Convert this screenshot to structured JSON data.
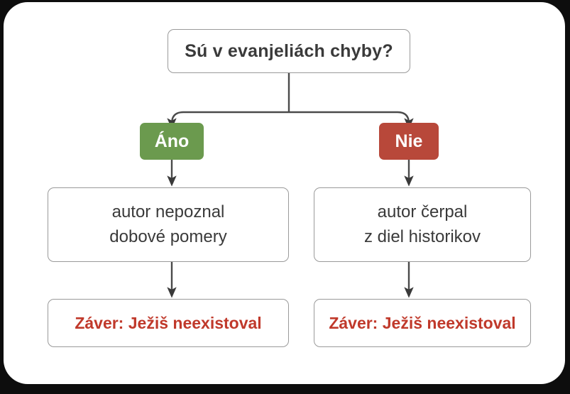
{
  "canvas": {
    "background_color": "#0d0d0d",
    "card_color": "#ffffff"
  },
  "diagram": {
    "title_node": {
      "text": "Sú v evanjeliách chyby?",
      "shape": "rounded-rectangle",
      "text_color": "#3a3a3a"
    },
    "branches": [
      {
        "id": "yes",
        "label": "Áno",
        "color": "#6b9a4e",
        "label_color": "#ffffff",
        "reason_line_1": "autor nepoznal",
        "reason_line_2": "dobové pomery",
        "conclusion": "Záver: Ježiš neexistoval",
        "conclusion_color": "#c0392b"
      },
      {
        "id": "no",
        "label": "Nie",
        "color": "#b8483a",
        "label_color": "#ffffff",
        "reason_line_1": "autor čerpal",
        "reason_line_2": "z diel historikov",
        "conclusion": "Záver: Ježiš neexistoval",
        "conclusion_color": "#c0392b"
      }
    ],
    "connector_color": "#4a4a4a",
    "box_border_color": "#9a9a9a"
  }
}
